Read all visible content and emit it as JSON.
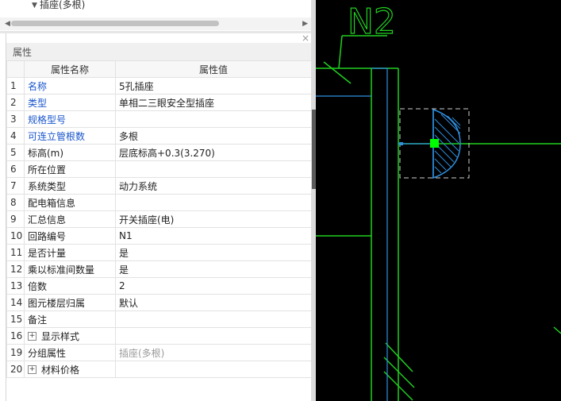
{
  "tree": {
    "item_label": "插座(多根)"
  },
  "panel": {
    "title": "属性",
    "close_glyph": "×",
    "col_name": "属性名称",
    "col_value": "属性值"
  },
  "rows": [
    {
      "idx": "1",
      "name": "名称",
      "value": "5孔插座",
      "link": true
    },
    {
      "idx": "2",
      "name": "类型",
      "value": "单相二三眼安全型插座",
      "link": true
    },
    {
      "idx": "3",
      "name": "规格型号",
      "value": "",
      "link": true
    },
    {
      "idx": "4",
      "name": "可连立管根数",
      "value": "多根",
      "link": true
    },
    {
      "idx": "5",
      "name": "标高(m)",
      "value": "层底标高+0.3(3.270)"
    },
    {
      "idx": "6",
      "name": "所在位置",
      "value": ""
    },
    {
      "idx": "7",
      "name": "系统类型",
      "value": "动力系统"
    },
    {
      "idx": "8",
      "name": "配电箱信息",
      "value": ""
    },
    {
      "idx": "9",
      "name": "汇总信息",
      "value": "开关插座(电)"
    },
    {
      "idx": "10",
      "name": "回路编号",
      "value": "N1"
    },
    {
      "idx": "11",
      "name": "是否计量",
      "value": "是"
    },
    {
      "idx": "12",
      "name": "乘以标准间数量",
      "value": "是"
    },
    {
      "idx": "13",
      "name": "倍数",
      "value": "2"
    },
    {
      "idx": "14",
      "name": "图元楼层归属",
      "value": "默认"
    },
    {
      "idx": "15",
      "name": "备注",
      "value": ""
    },
    {
      "idx": "16",
      "name": "显示样式",
      "value": "",
      "expandable": true
    },
    {
      "idx": "19",
      "name": "分组属性",
      "value": "插座(多根)",
      "grey": true
    },
    {
      "idx": "20",
      "name": "材料价格",
      "value": "",
      "expandable": true
    }
  ],
  "canvas": {
    "label_text": "N2",
    "colors": {
      "background": "#000000",
      "green": "#20d020",
      "blue": "#2f8fe0",
      "grip": "#00ff00",
      "dash": "#cfcfcf"
    }
  }
}
